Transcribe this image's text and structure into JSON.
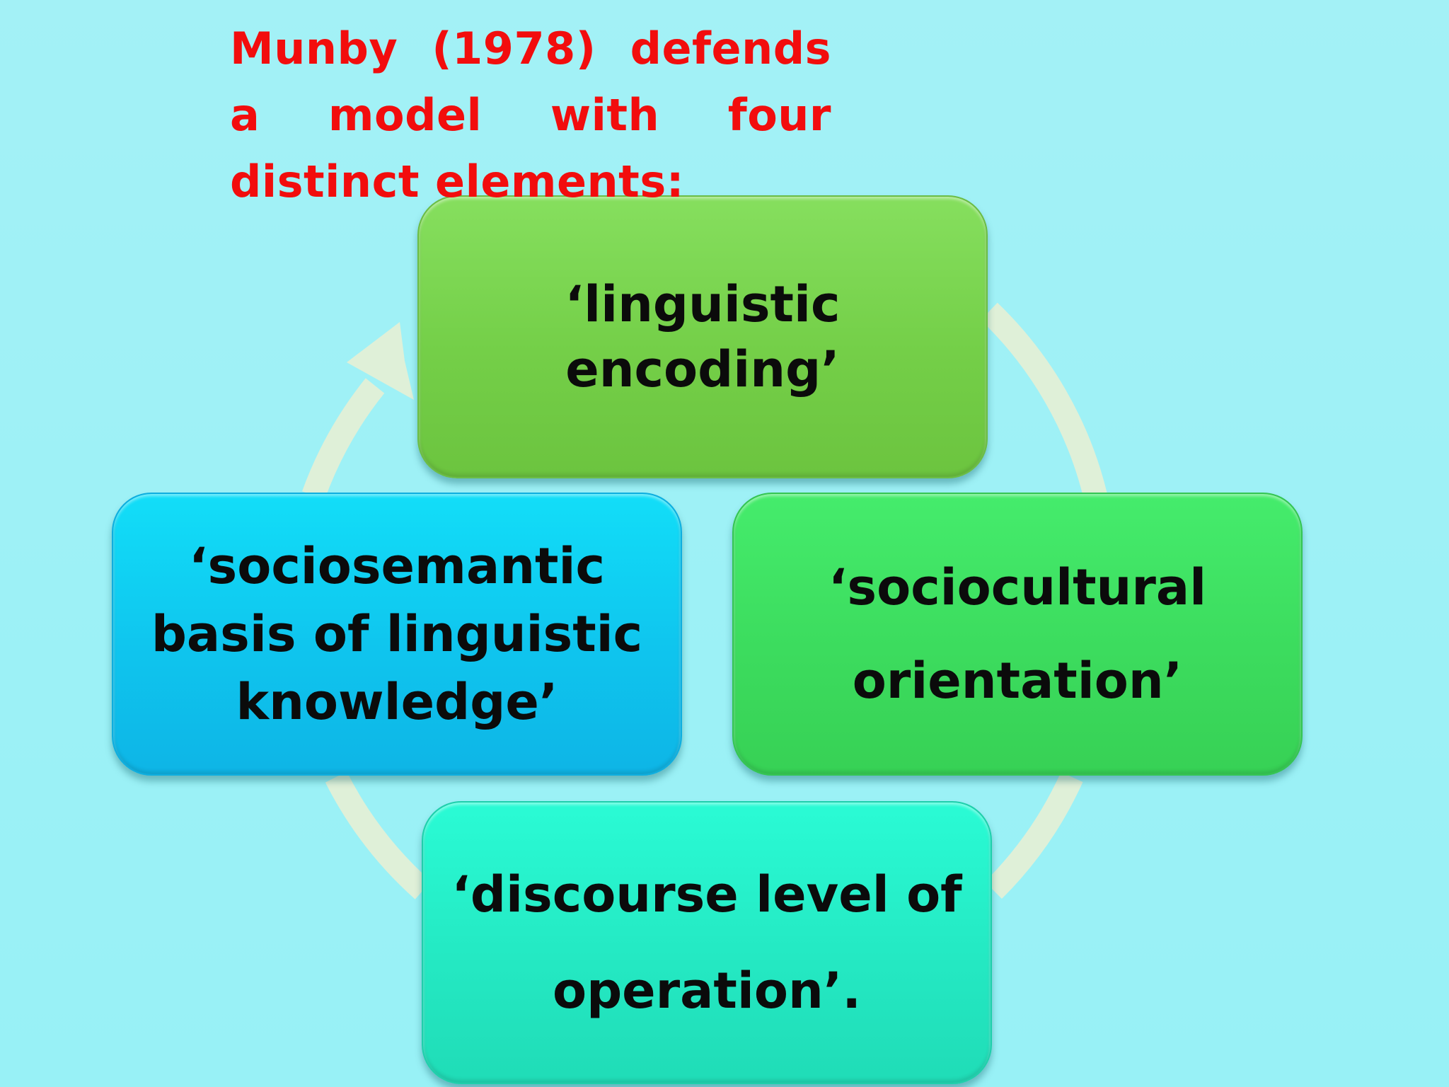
{
  "title": "Munby  (1978) defends  a model  with  four  distinct elements:",
  "colors": {
    "title": "#f20d0d",
    "background": "#9ef2f6",
    "cycle_arrow": "#dff0d8",
    "box_top": "#74cf48",
    "box_right": "#3cdc5e",
    "box_bottom": "#24e9c3",
    "box_left": "#0fc5ee",
    "box_text": "#0b0b0b"
  },
  "cycle": {
    "elements": [
      {
        "id": "top",
        "label": "‘linguistic\nencoding’"
      },
      {
        "id": "right",
        "label": "‘sociocultural\norientation’"
      },
      {
        "id": "bottom",
        "label": "‘discourse  level  of\noperation’."
      },
      {
        "id": "left",
        "label": "‘sociosemantic\nbasis  of  linguistic\nknowledge’"
      }
    ]
  }
}
